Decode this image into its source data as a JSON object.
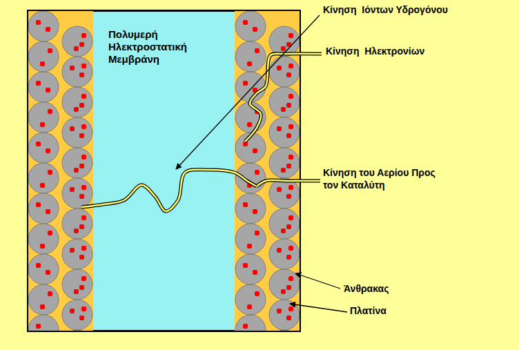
{
  "diagram": {
    "nodes": [
      {
        "text": [
          "Πολυμερή Ηλεκτροστατική Μεμβράνη"
        ]
      }
    ],
    "labels": [
      "Κίνηση  Ιόντων Υδρογόνου",
      "Κίνηση  Ηλεκτρονίων",
      "Κίνηση του Αερίου Προς τον Καταλύτη",
      "Άνθρακας",
      "Πλατίνα"
    ]
  }
}
